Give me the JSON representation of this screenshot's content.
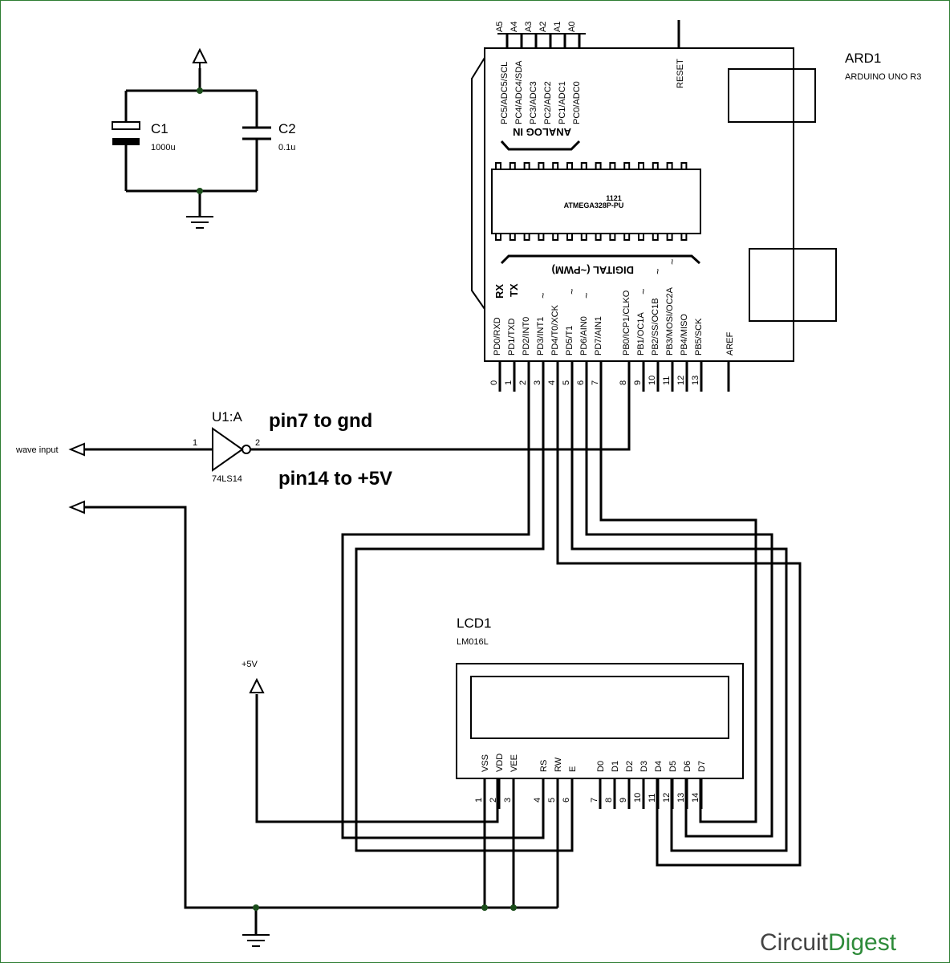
{
  "ard": {
    "ref": "ARD1",
    "model": "ARDUINO UNO R3",
    "chip_line1": "1121",
    "chip_line2": "ATMEGA328P-PU",
    "analog_in": "ANALOG IN",
    "digital": "DIGITAL (~PWM)",
    "reset": "RESET",
    "aref": "AREF",
    "analog_headers": [
      "A5",
      "A4",
      "A3",
      "A2",
      "A1",
      "A0"
    ],
    "analog_pins": [
      "PC5/ADC5/SCL",
      "PC4/ADC4/SDA",
      "PC3/ADC3",
      "PC2/ADC2",
      "PC1/ADC1",
      "PC0/ADC0"
    ],
    "rx": "RX",
    "tx": "TX",
    "tilde": "~",
    "digital_pins": [
      "PD0/RXD",
      "PD1/TXD",
      "PD2/INT0",
      "PD3/INT1",
      "PD4/T0/XCK",
      "PD5/T1",
      "PD6/AIN0",
      "PD7/AIN1",
      "PB0/ICP1/CLKO",
      "PB1/OC1A",
      "PB2/SS/OC1B",
      "PB3/MOSI/OC2A",
      "PB4/MISO",
      "PB5/SCK"
    ],
    "digital_numbers": [
      "0",
      "1",
      "2",
      "3",
      "4",
      "5",
      "6",
      "7",
      "8",
      "9",
      "10",
      "11",
      "12",
      "13"
    ]
  },
  "caps": {
    "c1_ref": "C1",
    "c1_val": "1000u",
    "c2_ref": "C2",
    "c2_val": "0.1u"
  },
  "inverter": {
    "ref": "U1:A",
    "part": "74LS14",
    "pin_in": "1",
    "pin_out": "2",
    "note1": "pin7 to gnd",
    "note2": "pin14 to +5V"
  },
  "wave_label": "wave input",
  "plus5v": "+5V",
  "lcd": {
    "ref": "LCD1",
    "model": "LM016L",
    "pins": [
      "VSS",
      "VDD",
      "VEE",
      "RS",
      "RW",
      "E",
      "D0",
      "D1",
      "D2",
      "D3",
      "D4",
      "D5",
      "D6",
      "D7"
    ],
    "numbers": [
      "1",
      "2",
      "3",
      "4",
      "5",
      "6",
      "7",
      "8",
      "9",
      "10",
      "11",
      "12",
      "13",
      "14"
    ]
  },
  "brand": {
    "part1": "Circuit",
    "part2": "Digest",
    "color1": "#444444",
    "color2": "#2e8b3a"
  }
}
